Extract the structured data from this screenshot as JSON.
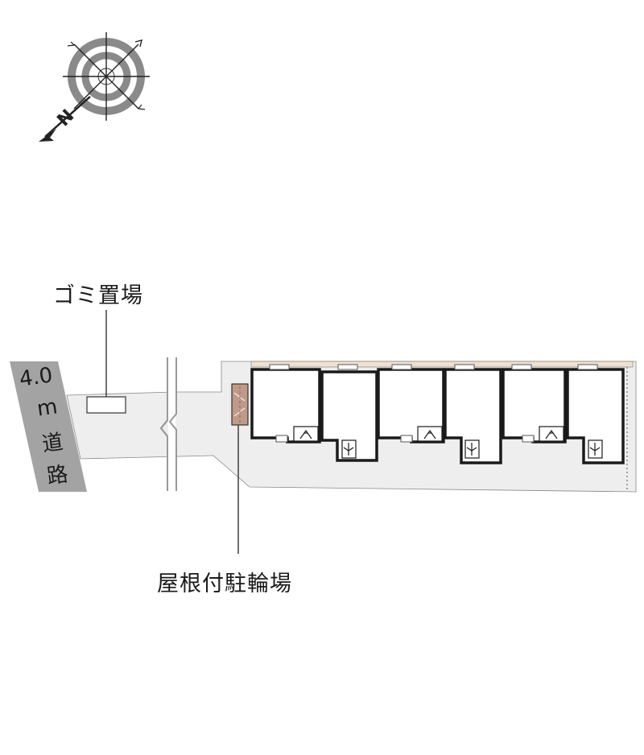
{
  "map": {
    "labels": {
      "garbage": "ゴミ置場",
      "bicycle_parking": "屋根付駐輪場",
      "road_width": "4.0",
      "road_unit": "m",
      "road_char1": "道",
      "road_char2": "路",
      "compass_north": "N"
    },
    "colors": {
      "lot_fill": "#eeeeee",
      "road_fill": "#a3a3a3",
      "bicycle_fill": "#c09a88",
      "building_wall": "#1a1a1a",
      "compass_ring": "#8a8a8a"
    },
    "units_count": 6
  }
}
